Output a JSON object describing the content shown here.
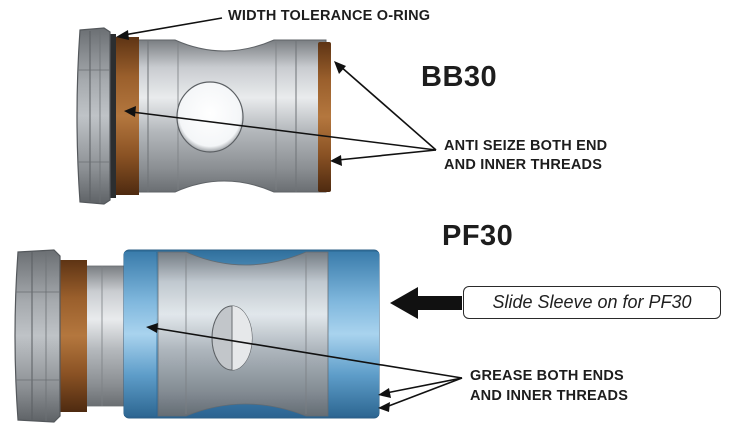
{
  "bb30": {
    "title": "BB30",
    "oring_label": "WIDTH TOLERANCE O-RING",
    "anti_seize_line1": "ANTI SEIZE BOTH END",
    "anti_seize_line2": "AND INNER THREADS"
  },
  "pf30": {
    "title": "PF30",
    "sleeve_note": "Slide Sleeve on for PF30",
    "grease_line1": "GREASE BOTH ENDS",
    "grease_line2": "AND INNER THREADS"
  },
  "colors": {
    "copper": "#8f5425",
    "steel": "#a9adb1",
    "sleeve_blue": "#4f8fb8",
    "text": "#1d1d1d"
  }
}
